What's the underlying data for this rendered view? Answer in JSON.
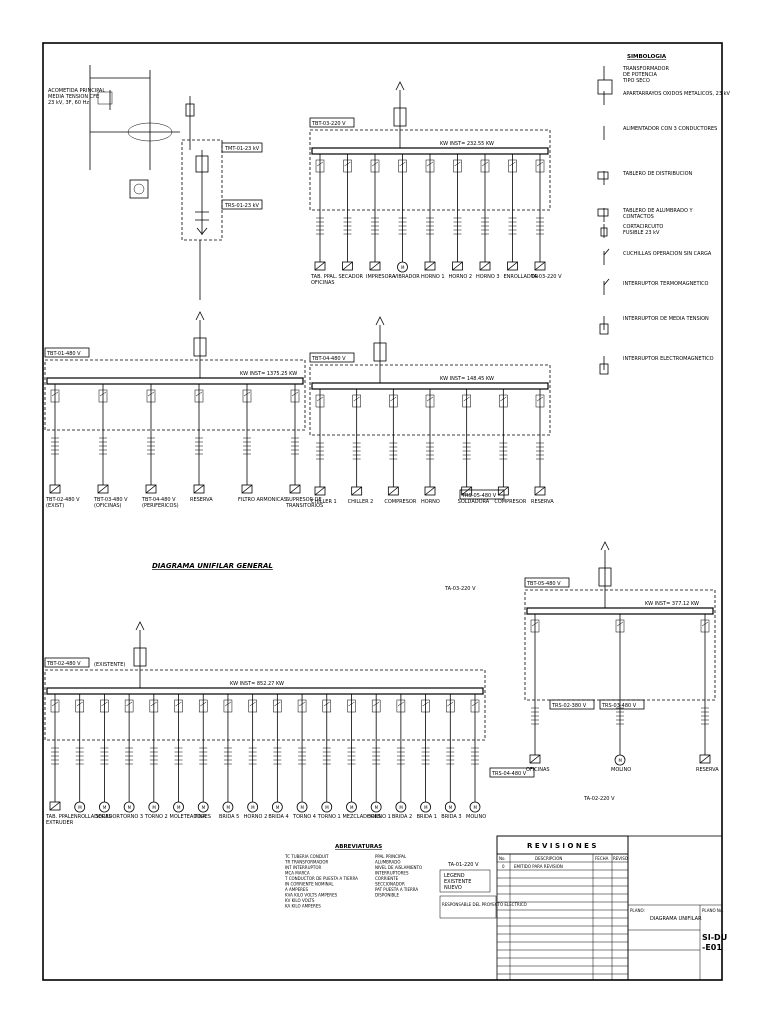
{
  "title_symbology": "SIMBOLOGIA",
  "title_diagram": "DIAGRAMA UNIFILAR GENERAL",
  "title_abbrev": "ABREVIATURAS",
  "revisions_title": "R E V I S I O N E S",
  "revisions_headers": [
    "No.",
    "DESCRIPCION",
    "FECHA",
    "REVISO"
  ],
  "revisions_rows": [
    [
      "0",
      "EMITIDO PARA REVISION",
      "",
      ""
    ]
  ],
  "plan_label": "PLANO No.",
  "plan_number": "SI-DU\n-E01",
  "plan_title": "DIAGRAMA UNIFILAR",
  "utility_note": "ACOMETIDA PRINCIPAL\nMEDIA TENSION CFE\n23 kV, 3F, 60 Hz",
  "symbols": [
    "TRANSFORMADOR\nDE POTENCIA\nTIPO SECO",
    "APARTARRAYOS OXIDOS METALICOS, 23 kV",
    "ALIMENTADOR CON 3 CONDUCTORES",
    "TABLERO DE DISTRIBUCION",
    "TABLERO DE ALUMBRADO Y\nCONTACTOS",
    "CORTACIRCUITO\nFUSIBLE 23 kV",
    "CUCHILLAS OPERACION SIN CARGA",
    "INTERRUPTOR TERMOMAGNETICO",
    "INTERRUPTOR DE MEDIA TENSION",
    "INTERRUPTOR ELECTROMAGNETICO"
  ],
  "transformers": [
    "TMT-01-23 kV",
    "TRS-01-23 kV"
  ],
  "panels": {
    "tbt01": {
      "name": "TBT-01-480 V",
      "kw": "KW INST= 1375.25 KW"
    },
    "tbt03": {
      "name": "TBT-03-220 V",
      "kw": "KW INST= 232.55 KW"
    },
    "tbt04": {
      "name": "TBT-04-480 V",
      "kw": "KW INST= 148.45 KW"
    },
    "tbt02": {
      "name": "TBT-02-480 V",
      "kw": "KW INST= 852.27 KW",
      "note": "(EXISTENTE)"
    },
    "tbt05": {
      "name": "TBT-05-480 V",
      "kw": "KW INST= 377.12 KW"
    }
  },
  "loads_tbt03": [
    "TAB. PPAL.\nOFICINAS",
    "SECADOR",
    "IMPRESORA",
    "VIBRADOR",
    "HORNO 1",
    "HORNO 2",
    "HORNO 3",
    "ENROLLADOR",
    "TA-03-220 V"
  ],
  "loads_tbt04": [
    "CHILLER 1",
    "CHILLER 2",
    "COMPRESOR",
    "HORNO",
    "SOLDADORA",
    "COMPRESOR",
    "RESERVA"
  ],
  "sub_tbt04": "TRS-05-480 V",
  "sub_tbt04_ta": "TA-03-220 V",
  "loads_tbt01": [
    "TBT-02-480 V\n(EXIST)",
    "TBT-03-480 V\n(OFICINAS)",
    "TBT-04-480 V\n(PERIFERICOS)",
    "RESERVA",
    "FILTRO ARMONICAS",
    "SUPRESOR DE\nTRANSITORIOS"
  ],
  "loads_tbt02": [
    "TAB. PPAL.\nEXTRUDER",
    "ENROLLADORES",
    "SECADOR",
    "TORNO 3",
    "TORNO 2",
    "MOLETEADORES",
    "TINA",
    "BRIDA 5",
    "HORNO 2",
    "BRIDA 4",
    "TORNO 4",
    "TORNO 1",
    "MEZCLADORES",
    "HORNO 1",
    "BRIDA 2",
    "BRIDA 1",
    "BRIDA 3",
    "MOLINO"
  ],
  "sub_tbt02": "TRS-04-480 V",
  "sub_tbt02_ta": "TA-01-220 V",
  "loads_tbt05": [
    "OFICINAS",
    "MOLINO",
    "RESERVA"
  ],
  "sub_tbt05": [
    "TRS-02-380 V",
    "TRS-03-480 V"
  ],
  "sub_tbt05_ta": "TA-02-220 V",
  "abbrev_left": [
    "TC TUBERIA CONDUIT",
    "TR TRANSFORMADOR",
    "INT INTERRUPTOR",
    "MCA MARCA",
    "T CONDUCTOR DE PUESTA A TIERRA",
    "IN CORRIENTE NOMINAL",
    "A AMPERES",
    "KVA KILO VOLTS AMPERES",
    "KV KILO VOLTS",
    "KA KILO AMPERES"
  ],
  "abbrev_right": [
    "PPAL PRINCIPAL",
    "ALUMBRADO",
    "NIVEL DE AISLAMIENTO",
    "INTERRUPTORES",
    "CORRIENTE",
    "SECCIONADOR",
    "PAT PUESTA A TIERRA",
    "DISPONIBLE"
  ],
  "legend_block": [
    "LEGEND",
    "EXISTENTE",
    "NUEVO"
  ],
  "project_label": "RESPONSABLE DEL PROYECTO ELECTRICO"
}
